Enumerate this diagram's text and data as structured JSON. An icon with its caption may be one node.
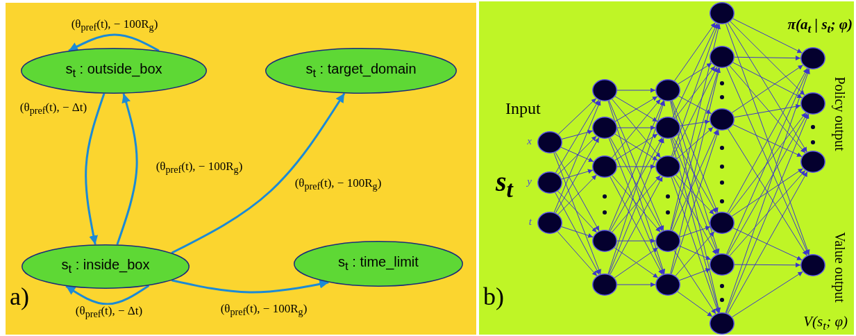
{
  "diagram": {
    "nodes": [
      {
        "text": [
          "s$_{t}$ : outside_box"
        ]
      },
      {
        "text": [
          "s$_{t}$ : target_domain"
        ]
      },
      {
        "text": [
          "s$_{t}$ : inside_box"
        ]
      },
      {
        "text": [
          "s$_{t}$ : time_limit"
        ]
      },
      {
        "text": [],
        "shape": "circle",
        "beside": [
          "x"
        ]
      },
      {
        "text": [],
        "shape": "circle",
        "beside": [
          "y"
        ]
      },
      {
        "text": [],
        "shape": "circle",
        "beside": [
          "t"
        ]
      },
      {
        "text": [],
        "shape": "circle"
      },
      {
        "text": [],
        "shape": "circle"
      },
      {
        "text": [],
        "shape": "circle"
      },
      {
        "text": [],
        "shape": "circle"
      },
      {
        "text": [],
        "shape": "circle"
      },
      {
        "text": [],
        "shape": "circle"
      },
      {
        "text": [],
        "shape": "circle"
      },
      {
        "text": [],
        "shape": "circle"
      },
      {
        "text": [],
        "shape": "circle"
      },
      {
        "text": [],
        "shape": "circle"
      },
      {
        "text": [],
        "shape": "circle"
      },
      {
        "text": [],
        "shape": "circle"
      },
      {
        "text": [],
        "shape": "circle"
      },
      {
        "text": [],
        "shape": "circle"
      },
      {
        "text": [],
        "shape": "circle"
      },
      {
        "text": [],
        "shape": "circle"
      },
      {
        "text": [],
        "shape": "circle"
      },
      {
        "text": [],
        "shape": "circle"
      },
      {
        "text": [],
        "shape": "circle"
      },
      {
        "text": [],
        "shape": "circle"
      }
    ],
    "edges": [
      {
        "from": 0,
        "to": 0,
        "arrow": "to",
        "label": "(θ$_{pref}$(t), − 100R$_{g}$)",
        "style": "thick",
        "color": "#1b8ad6"
      },
      {
        "from": 0,
        "to": 2,
        "arrow": "to",
        "label": "(θ$_{pref}$(t), − Δt)",
        "style": "thick",
        "color": "#1b8ad6"
      },
      {
        "from": 2,
        "to": 0,
        "arrow": "to",
        "label": "(θ$_{pref}$(t), − 100R$_{g}$)",
        "style": "thick",
        "color": "#1b8ad6"
      },
      {
        "from": 2,
        "to": 1,
        "arrow": "to",
        "label": "(θ$_{pref}$(t), − 100R$_{g}$)",
        "style": "thick",
        "color": "#1b8ad6"
      },
      {
        "from": 2,
        "to": 3,
        "arrow": "to",
        "label": "(θ$_{pref}$(t), − 100R$_{g}$)",
        "style": "thick",
        "color": "#1b8ad6"
      },
      {
        "from": 2,
        "to": 2,
        "arrow": "to",
        "label": "(θ$_{pref}$(t), − Δt)",
        "style": "thick",
        "color": "#1b8ad6"
      },
      {
        "from": 4,
        "to": 7,
        "arrow": "to"
      },
      {
        "from": 4,
        "to": 8,
        "arrow": "to"
      },
      {
        "from": 4,
        "to": 9,
        "arrow": "to"
      },
      {
        "from": 4,
        "to": 10,
        "arrow": "to"
      },
      {
        "from": 4,
        "to": 11,
        "arrow": "to"
      },
      {
        "from": 5,
        "to": 7,
        "arrow": "to"
      },
      {
        "from": 5,
        "to": 8,
        "arrow": "to"
      },
      {
        "from": 5,
        "to": 9,
        "arrow": "to"
      },
      {
        "from": 5,
        "to": 10,
        "arrow": "to"
      },
      {
        "from": 5,
        "to": 11,
        "arrow": "to"
      },
      {
        "from": 6,
        "to": 7,
        "arrow": "to"
      },
      {
        "from": 6,
        "to": 8,
        "arrow": "to"
      },
      {
        "from": 6,
        "to": 9,
        "arrow": "to"
      },
      {
        "from": 6,
        "to": 10,
        "arrow": "to"
      },
      {
        "from": 6,
        "to": 11,
        "arrow": "to"
      },
      {
        "from": 7,
        "to": 12,
        "arrow": "to"
      },
      {
        "from": 7,
        "to": 13,
        "arrow": "to"
      },
      {
        "from": 7,
        "to": 14,
        "arrow": "to"
      },
      {
        "from": 7,
        "to": 15,
        "arrow": "to"
      },
      {
        "from": 7,
        "to": 16,
        "arrow": "to"
      },
      {
        "from": 8,
        "to": 12,
        "arrow": "to"
      },
      {
        "from": 8,
        "to": 13,
        "arrow": "to"
      },
      {
        "from": 8,
        "to": 14,
        "arrow": "to"
      },
      {
        "from": 8,
        "to": 15,
        "arrow": "to"
      },
      {
        "from": 8,
        "to": 16,
        "arrow": "to"
      },
      {
        "from": 9,
        "to": 12,
        "arrow": "to"
      },
      {
        "from": 9,
        "to": 13,
        "arrow": "to"
      },
      {
        "from": 9,
        "to": 14,
        "arrow": "to"
      },
      {
        "from": 9,
        "to": 15,
        "arrow": "to"
      },
      {
        "from": 9,
        "to": 16,
        "arrow": "to"
      },
      {
        "from": 10,
        "to": 12,
        "arrow": "to"
      },
      {
        "from": 10,
        "to": 13,
        "arrow": "to"
      },
      {
        "from": 10,
        "to": 14,
        "arrow": "to"
      },
      {
        "from": 10,
        "to": 15,
        "arrow": "to"
      },
      {
        "from": 10,
        "to": 16,
        "arrow": "to"
      },
      {
        "from": 11,
        "to": 12,
        "arrow": "to"
      },
      {
        "from": 11,
        "to": 13,
        "arrow": "to"
      },
      {
        "from": 11,
        "to": 14,
        "arrow": "to"
      },
      {
        "from": 11,
        "to": 15,
        "arrow": "to"
      },
      {
        "from": 11,
        "to": 16,
        "arrow": "to"
      },
      {
        "from": 12,
        "to": 17,
        "arrow": "to"
      },
      {
        "from": 12,
        "to": 18,
        "arrow": "to"
      },
      {
        "from": 12,
        "to": 19,
        "arrow": "to"
      },
      {
        "from": 12,
        "to": 20,
        "arrow": "to"
      },
      {
        "from": 12,
        "to": 21,
        "arrow": "to"
      },
      {
        "from": 12,
        "to": 22,
        "arrow": "to"
      },
      {
        "from": 13,
        "to": 17,
        "arrow": "to"
      },
      {
        "from": 13,
        "to": 18,
        "arrow": "to"
      },
      {
        "from": 13,
        "to": 19,
        "arrow": "to"
      },
      {
        "from": 13,
        "to": 20,
        "arrow": "to"
      },
      {
        "from": 13,
        "to": 21,
        "arrow": "to"
      },
      {
        "from": 13,
        "to": 22,
        "arrow": "to"
      },
      {
        "from": 14,
        "to": 17,
        "arrow": "to"
      },
      {
        "from": 14,
        "to": 18,
        "arrow": "to"
      },
      {
        "from": 14,
        "to": 19,
        "arrow": "to"
      },
      {
        "from": 14,
        "to": 20,
        "arrow": "to"
      },
      {
        "from": 14,
        "to": 21,
        "arrow": "to"
      },
      {
        "from": 14,
        "to": 22,
        "arrow": "to"
      },
      {
        "from": 15,
        "to": 17,
        "arrow": "to"
      },
      {
        "from": 15,
        "to": 18,
        "arrow": "to"
      },
      {
        "from": 15,
        "to": 19,
        "arrow": "to"
      },
      {
        "from": 15,
        "to": 20,
        "arrow": "to"
      },
      {
        "from": 15,
        "to": 21,
        "arrow": "to"
      },
      {
        "from": 15,
        "to": 22,
        "arrow": "to"
      },
      {
        "from": 16,
        "to": 18,
        "arrow": "to"
      },
      {
        "from": 16,
        "to": 19,
        "arrow": "to"
      },
      {
        "from": 16,
        "to": 20,
        "arrow": "to"
      },
      {
        "from": 16,
        "to": 21,
        "arrow": "to"
      },
      {
        "from": 16,
        "to": 22,
        "arrow": "to"
      },
      {
        "from": 17,
        "to": 23,
        "arrow": "to"
      },
      {
        "from": 17,
        "to": 24,
        "arrow": "to"
      },
      {
        "from": 17,
        "to": 25,
        "arrow": "to"
      },
      {
        "from": 17,
        "to": 26,
        "arrow": "to"
      },
      {
        "from": 18,
        "to": 23,
        "arrow": "to"
      },
      {
        "from": 18,
        "to": 24,
        "arrow": "to"
      },
      {
        "from": 18,
        "to": 25,
        "arrow": "to"
      },
      {
        "from": 18,
        "to": 26,
        "arrow": "to"
      },
      {
        "from": 19,
        "to": 23,
        "arrow": "to"
      },
      {
        "from": 19,
        "to": 24,
        "arrow": "to"
      },
      {
        "from": 19,
        "to": 25,
        "arrow": "to"
      },
      {
        "from": 19,
        "to": 26,
        "arrow": "to"
      },
      {
        "from": 20,
        "to": 23,
        "arrow": "to"
      },
      {
        "from": 20,
        "to": 24,
        "arrow": "to"
      },
      {
        "from": 20,
        "to": 25,
        "arrow": "to"
      },
      {
        "from": 20,
        "to": 26,
        "arrow": "to"
      },
      {
        "from": 21,
        "to": 23,
        "arrow": "to"
      },
      {
        "from": 21,
        "to": 24,
        "arrow": "to"
      },
      {
        "from": 21,
        "to": 25,
        "arrow": "to"
      },
      {
        "from": 21,
        "to": 26,
        "arrow": "to"
      },
      {
        "from": 22,
        "to": 23,
        "arrow": "to"
      },
      {
        "from": 22,
        "to": 24,
        "arrow": "to"
      },
      {
        "from": 22,
        "to": 25,
        "arrow": "to"
      },
      {
        "from": 22,
        "to": 26,
        "arrow": "to"
      }
    ],
    "labels": [
      "a)",
      "b)",
      "Input",
      "s$_{t}$",
      "π(a$_{t}$ | s$_{t}$; φ)",
      "Policy output",
      "Value output",
      "V(s$_{t}$; φ)"
    ]
  }
}
